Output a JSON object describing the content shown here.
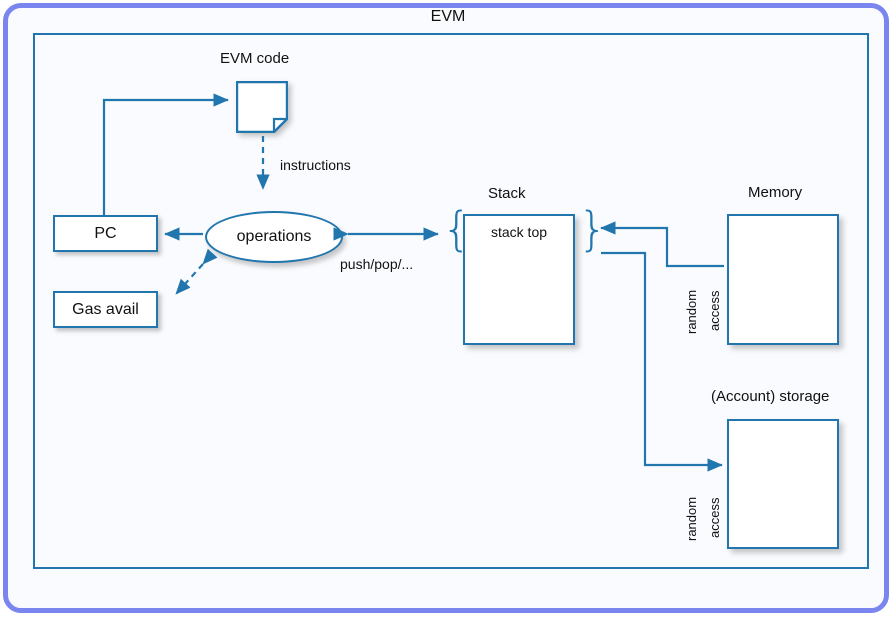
{
  "diagram": {
    "title": "EVM",
    "colors": {
      "outer_border": "#7b85f0",
      "accent": "#2176ae",
      "background": "#fafbfe",
      "box_fill": "#ffffff"
    },
    "nodes": {
      "evm_code_label": "EVM code",
      "pc": "PC",
      "gas_avail": "Gas avail",
      "operations": "operations",
      "stack_label": "Stack",
      "stack_top": "stack top",
      "memory_label": "Memory",
      "storage_label": "(Account) storage"
    },
    "edge_labels": {
      "instructions": "instructions",
      "push_pop": "push/pop/...",
      "memory_random": "random",
      "memory_access": "access",
      "storage_random": "random",
      "storage_access": "access"
    },
    "braces": {
      "left": "{",
      "right": "}"
    }
  }
}
